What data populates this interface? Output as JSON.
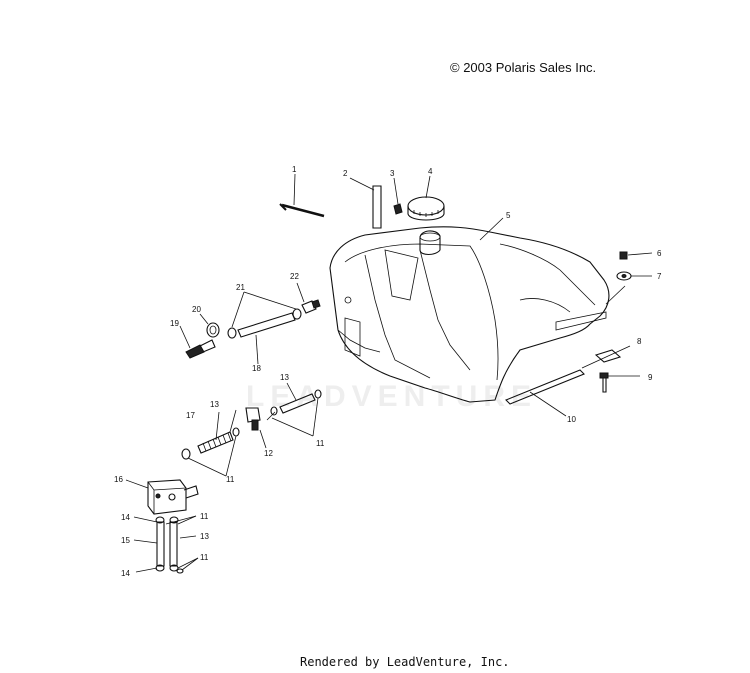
{
  "header": {
    "copyright": "© 2003 Polaris Sales Inc."
  },
  "footer": {
    "rendered_by": "Rendered by LeadVenture, Inc."
  },
  "watermark": {
    "text": "LEADVENTURE"
  },
  "callouts": [
    "1",
    "2",
    "3",
    "4",
    "5",
    "6",
    "7",
    "8",
    "9",
    "10",
    "11",
    "12",
    "13",
    "14",
    "15",
    "16",
    "17",
    "18",
    "19",
    "20",
    "21",
    "22"
  ],
  "callout_labels": {
    "c1": "1",
    "c2": "2",
    "c3": "3",
    "c4": "4",
    "c5": "5",
    "c6": "6",
    "c7": "7",
    "c8": "8",
    "c9": "9",
    "c10": "10",
    "c11a": "11",
    "c11b": "11",
    "c11c": "11",
    "c11d": "11",
    "c12": "12",
    "c13a": "13",
    "c13b": "13",
    "c13c": "13",
    "c14a": "14",
    "c14b": "14",
    "c15": "15",
    "c16": "16",
    "c17": "17",
    "c18": "18",
    "c19": "19",
    "c20": "20",
    "c21": "21",
    "c22": "22"
  }
}
